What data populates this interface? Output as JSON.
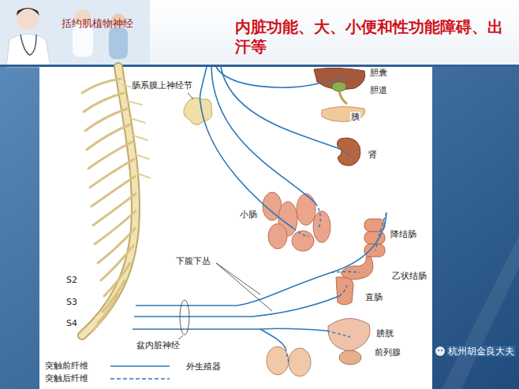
{
  "diagram": {
    "title": "内脏功能、大、小便和性功能障碍、出汗等",
    "labels": [
      "括约肌植物神经",
      "肠系膜上神经节",
      "胆囊",
      "胆道",
      "胰",
      "肾",
      "小肠",
      "降结肠",
      "下腹下丛",
      "乙状结肠",
      "直肠",
      "S2",
      "S3",
      "S4",
      "盆内脏神经",
      "膀胱",
      "前列腺",
      "外生殖器",
      "杭州胡金良大夫"
    ],
    "legend": [
      {
        "text": "突触前纤维"
      },
      {
        "text": "突触后纤维"
      }
    ]
  }
}
